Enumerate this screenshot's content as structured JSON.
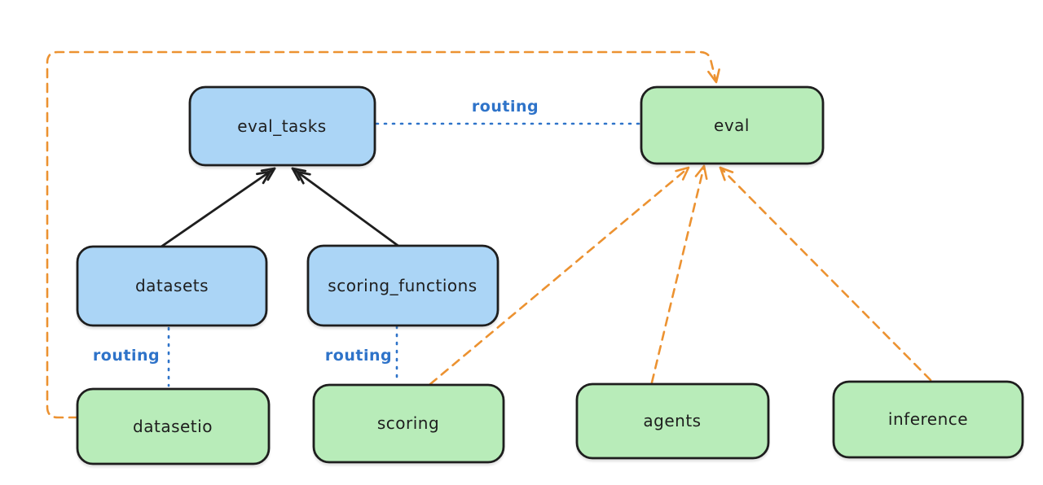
{
  "background": "#ffffff",
  "colors": {
    "node_blue_fill": "#abd5f6",
    "node_green_fill": "#b8ecb9",
    "node_outline": "#1e1e1e",
    "arrow_black": "#1e1e1e",
    "arrow_orange": "#ec9231",
    "routing_blue": "#2e73c9"
  },
  "nodes": {
    "eval_tasks": {
      "label": "eval_tasks",
      "color": "blue"
    },
    "eval": {
      "label": "eval",
      "color": "green"
    },
    "datasets": {
      "label": "datasets",
      "color": "blue"
    },
    "scoring_functions": {
      "label": "scoring_functions",
      "color": "blue"
    },
    "datasetio": {
      "label": "datasetio",
      "color": "green"
    },
    "scoring": {
      "label": "scoring",
      "color": "green"
    },
    "agents": {
      "label": "agents",
      "color": "green"
    },
    "inference": {
      "label": "inference",
      "color": "green"
    }
  },
  "edge_labels": {
    "eval_tasks_to_eval": "routing",
    "datasets_to_datasetio": "routing",
    "scoring_functions_to_scoring": "routing"
  }
}
